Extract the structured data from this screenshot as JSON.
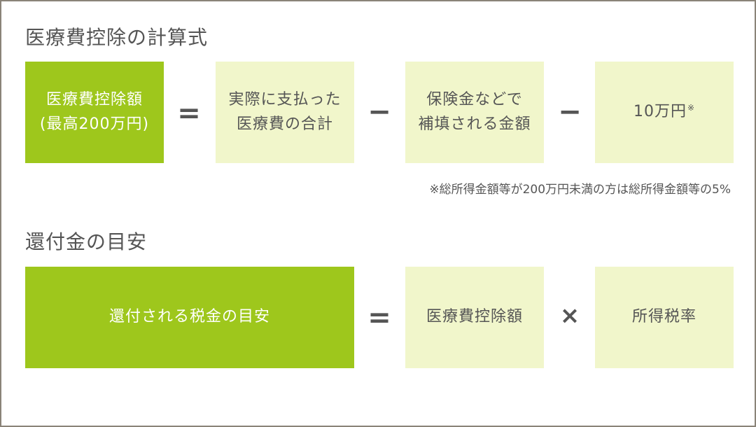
{
  "formula": {
    "title": "医療費控除の計算式",
    "result": {
      "line1": "医療費控除額",
      "line2": "(最高200万円)"
    },
    "op1": "=",
    "term1": {
      "line1": "実際に支払った",
      "line2": "医療費の合計"
    },
    "op2": "−",
    "term2": {
      "line1": "保険金などで",
      "line2": "補填される金額"
    },
    "op3": "−",
    "term3": {
      "text": "10万円",
      "mark": "※"
    },
    "footnote": "※総所得金額等が200万円未満の方は総所得金額等の5%"
  },
  "refund": {
    "title": "還付金の目安",
    "result": "還付される税金の目安",
    "op1": "=",
    "term1": "医療費控除額",
    "op2": "×",
    "term2": "所得税率"
  },
  "colors": {
    "primary": "#9ec71c",
    "light": "#f1f6cb",
    "text": "#555555",
    "border": "#8a8378"
  }
}
